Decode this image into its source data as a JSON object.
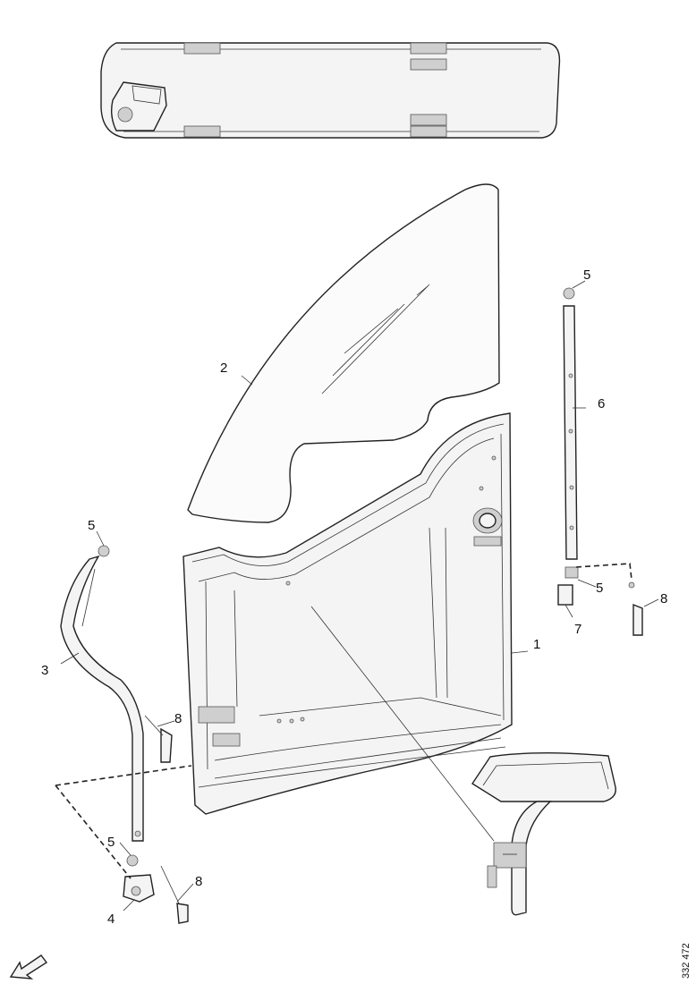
{
  "callouts": {
    "c1": "1",
    "c2": "2",
    "c3": "3",
    "c4": "4",
    "c5a": "5",
    "c5b": "5",
    "c5c": "5",
    "c5d": "5",
    "c6": "6",
    "c7": "7",
    "c8a": "8",
    "c8b": "8",
    "c8c": "8"
  },
  "figure_code": "332 472",
  "colors": {
    "line": "#222222",
    "fill": "#f4f4f4",
    "shade": "#cfcfcf"
  },
  "icons": {
    "direction_arrow": "arrow-down-left-icon"
  }
}
